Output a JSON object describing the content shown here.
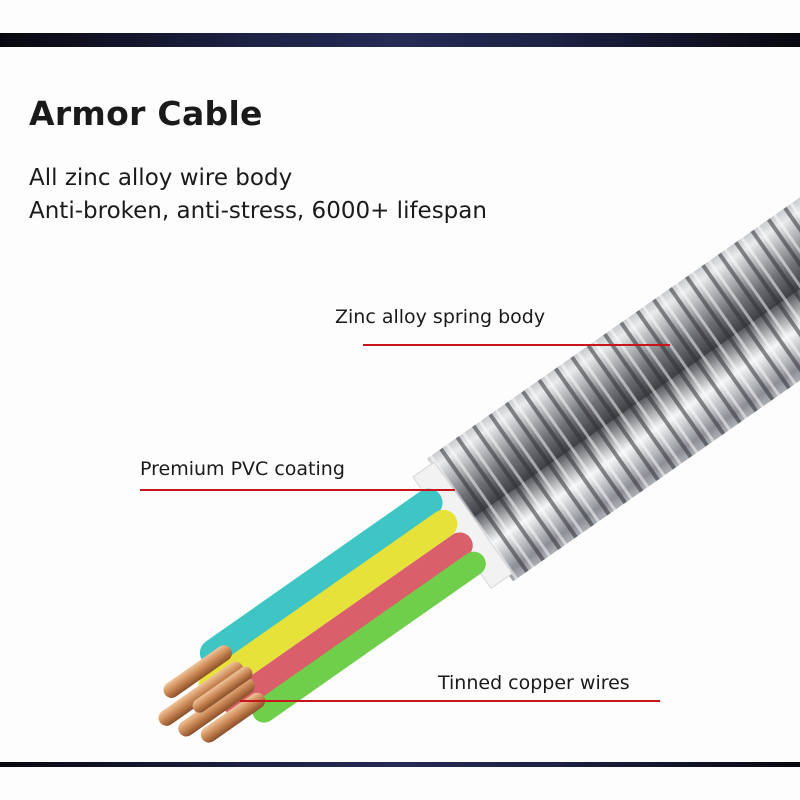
{
  "title": "Armor Cable",
  "subtitle_lines": [
    "All zinc alloy wire body",
    "Anti-broken, anti-stress, 6000+ lifespan"
  ],
  "callouts": {
    "spring": "Zinc alloy spring body",
    "pvc": "Premium PVC coating",
    "copper": "Tinned copper wires"
  },
  "colors": {
    "callout_line": "#c8141b",
    "wire_cyan": "#3fc6c4",
    "wire_yellow": "#e6e23a",
    "wire_red": "#d9606a",
    "wire_green": "#6fcf4a",
    "copper": "#c98654"
  }
}
